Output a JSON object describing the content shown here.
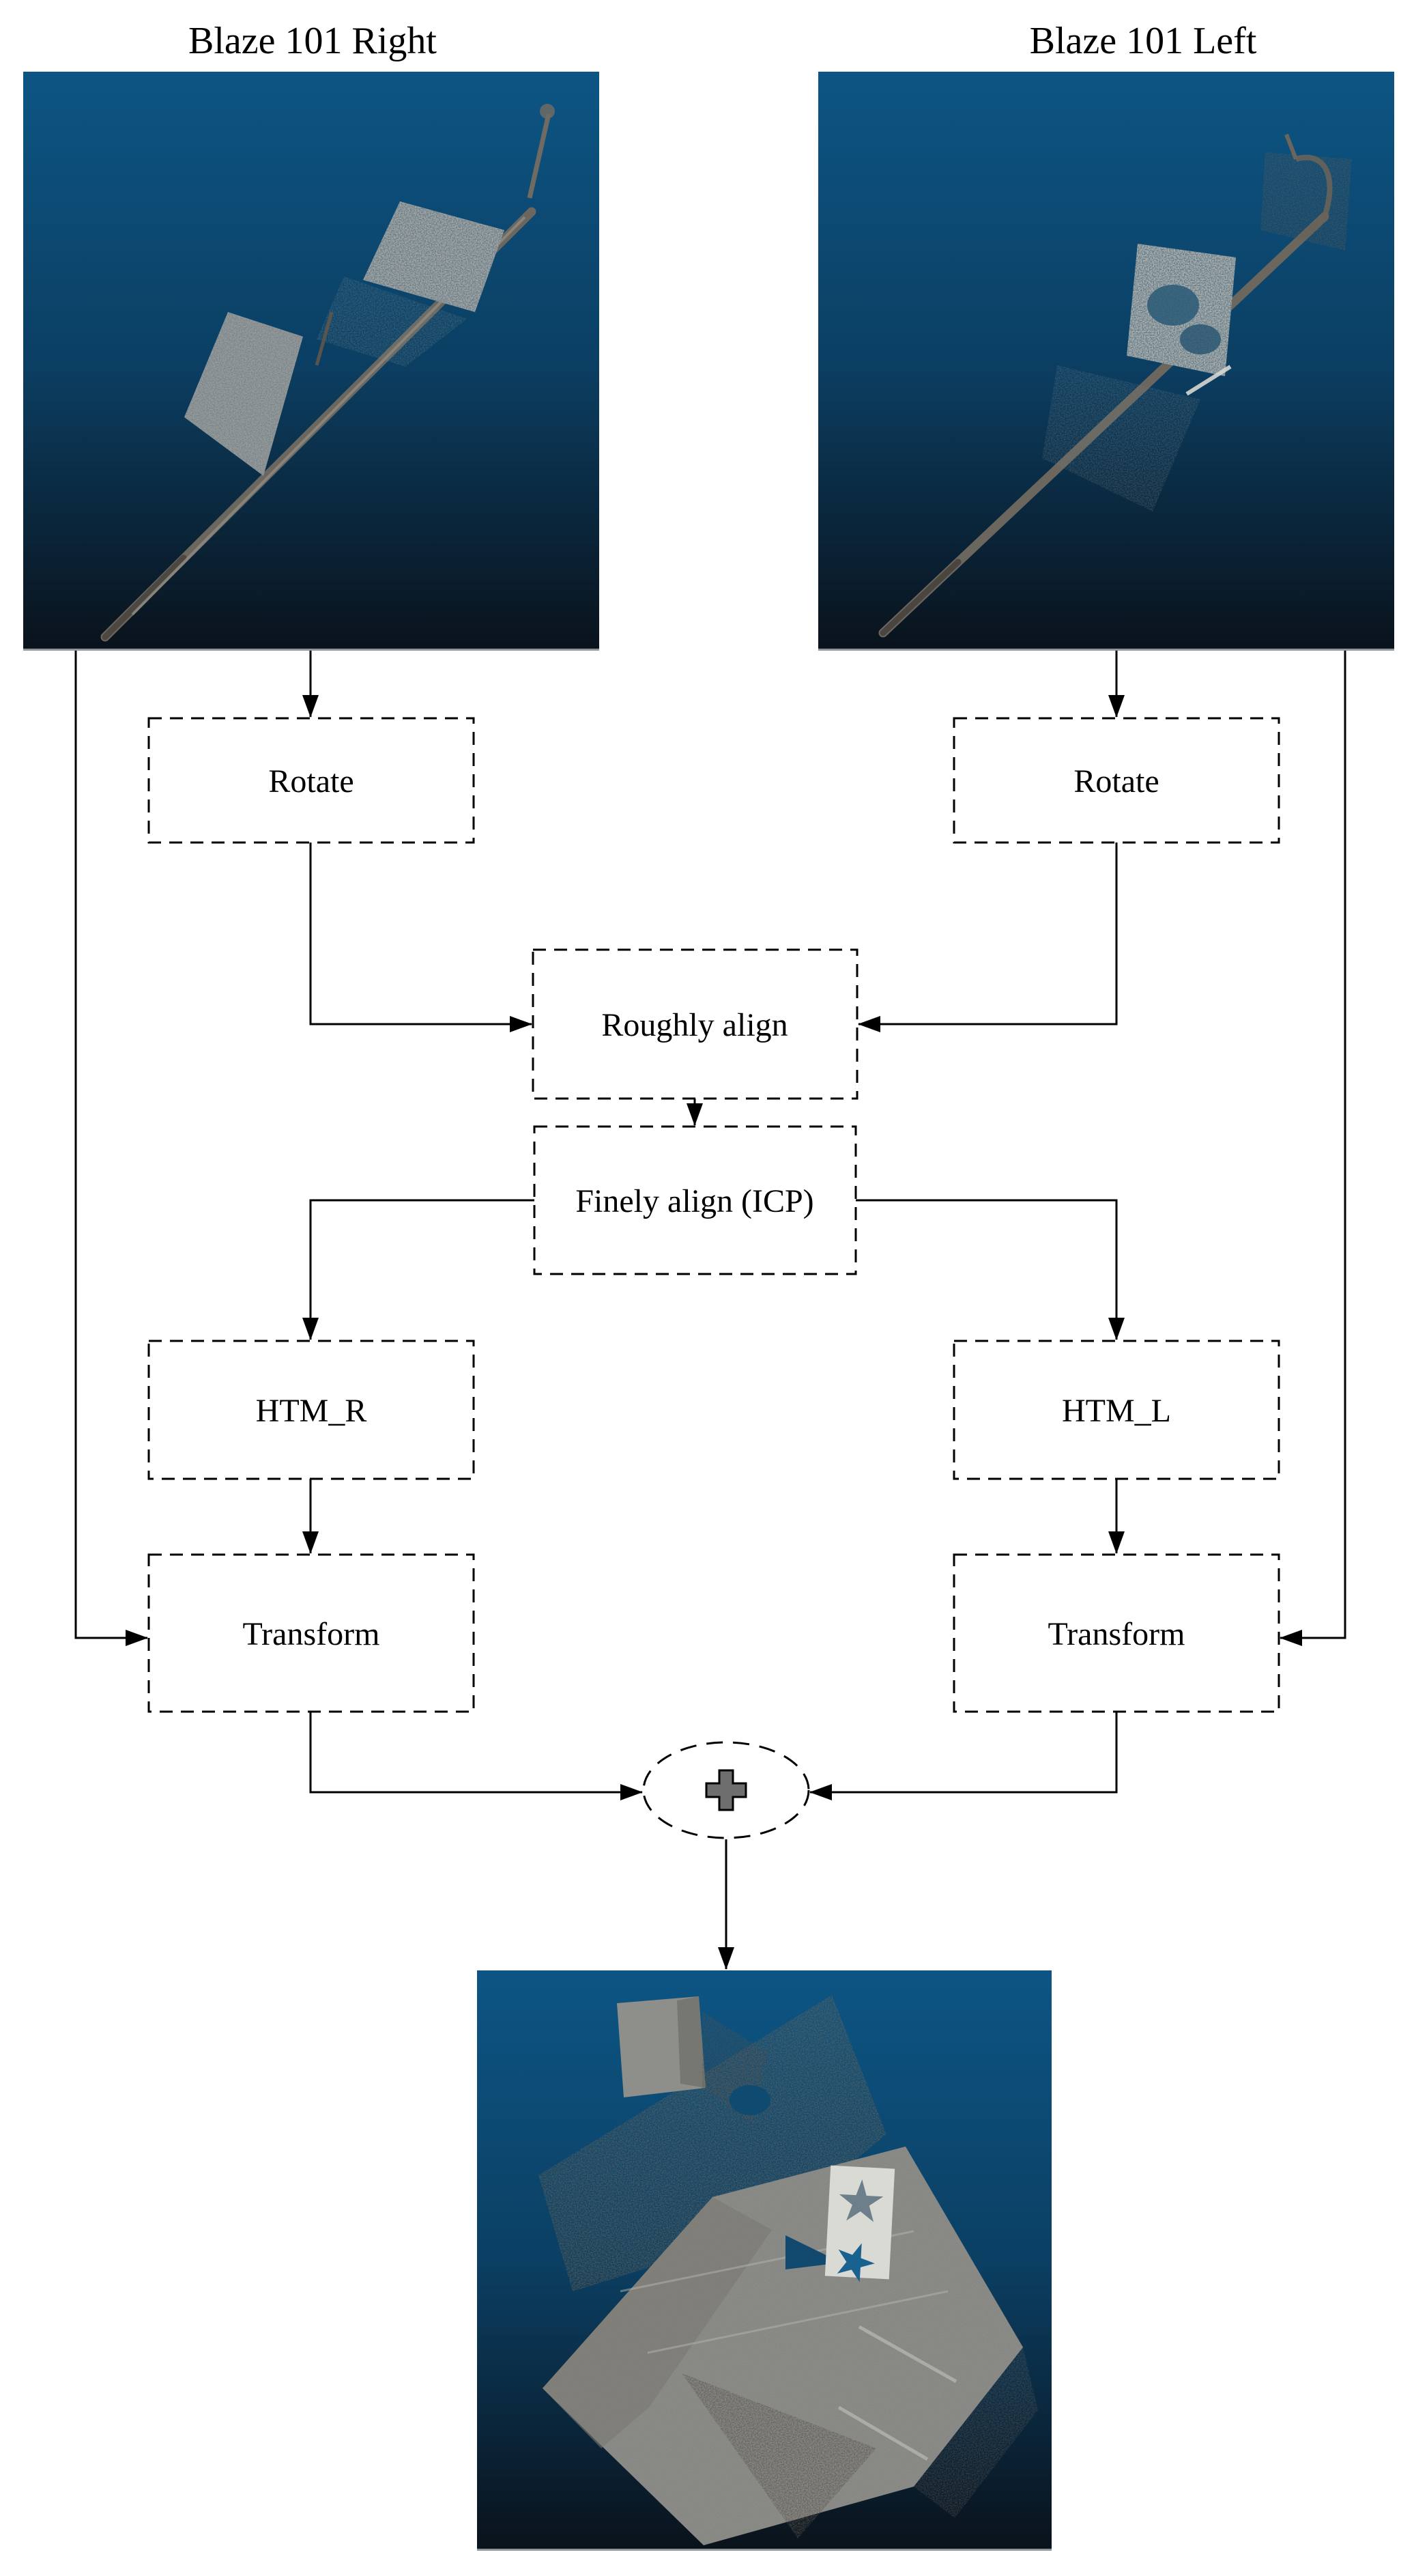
{
  "figure": {
    "titles": {
      "right": "Blaze 101 Right",
      "left": "Blaze 101 Left"
    },
    "nodes": {
      "rotate_right": "Rotate",
      "rotate_left": "Rotate",
      "roughly_align": "Roughly align",
      "finely_align": "Finely align (ICP)",
      "htm_r": "HTM_R",
      "htm_l": "HTM_L",
      "transform_right": "Transform",
      "transform_left": "Transform"
    },
    "merge": {
      "icon": "plus-icon"
    },
    "colors": {
      "line": "#000000",
      "box_fill": "#ffffff",
      "plus_fill": "#6e6e6e",
      "cloud_bg_top": "#0d5584",
      "cloud_bg_mid": "#0b3f63",
      "cloud_bg_bottom": "#0a121b",
      "cloud_gray": "#8f8f8b",
      "cloud_bright": "#b3b3af",
      "cloud_blue_speckle": "#24536f"
    }
  }
}
